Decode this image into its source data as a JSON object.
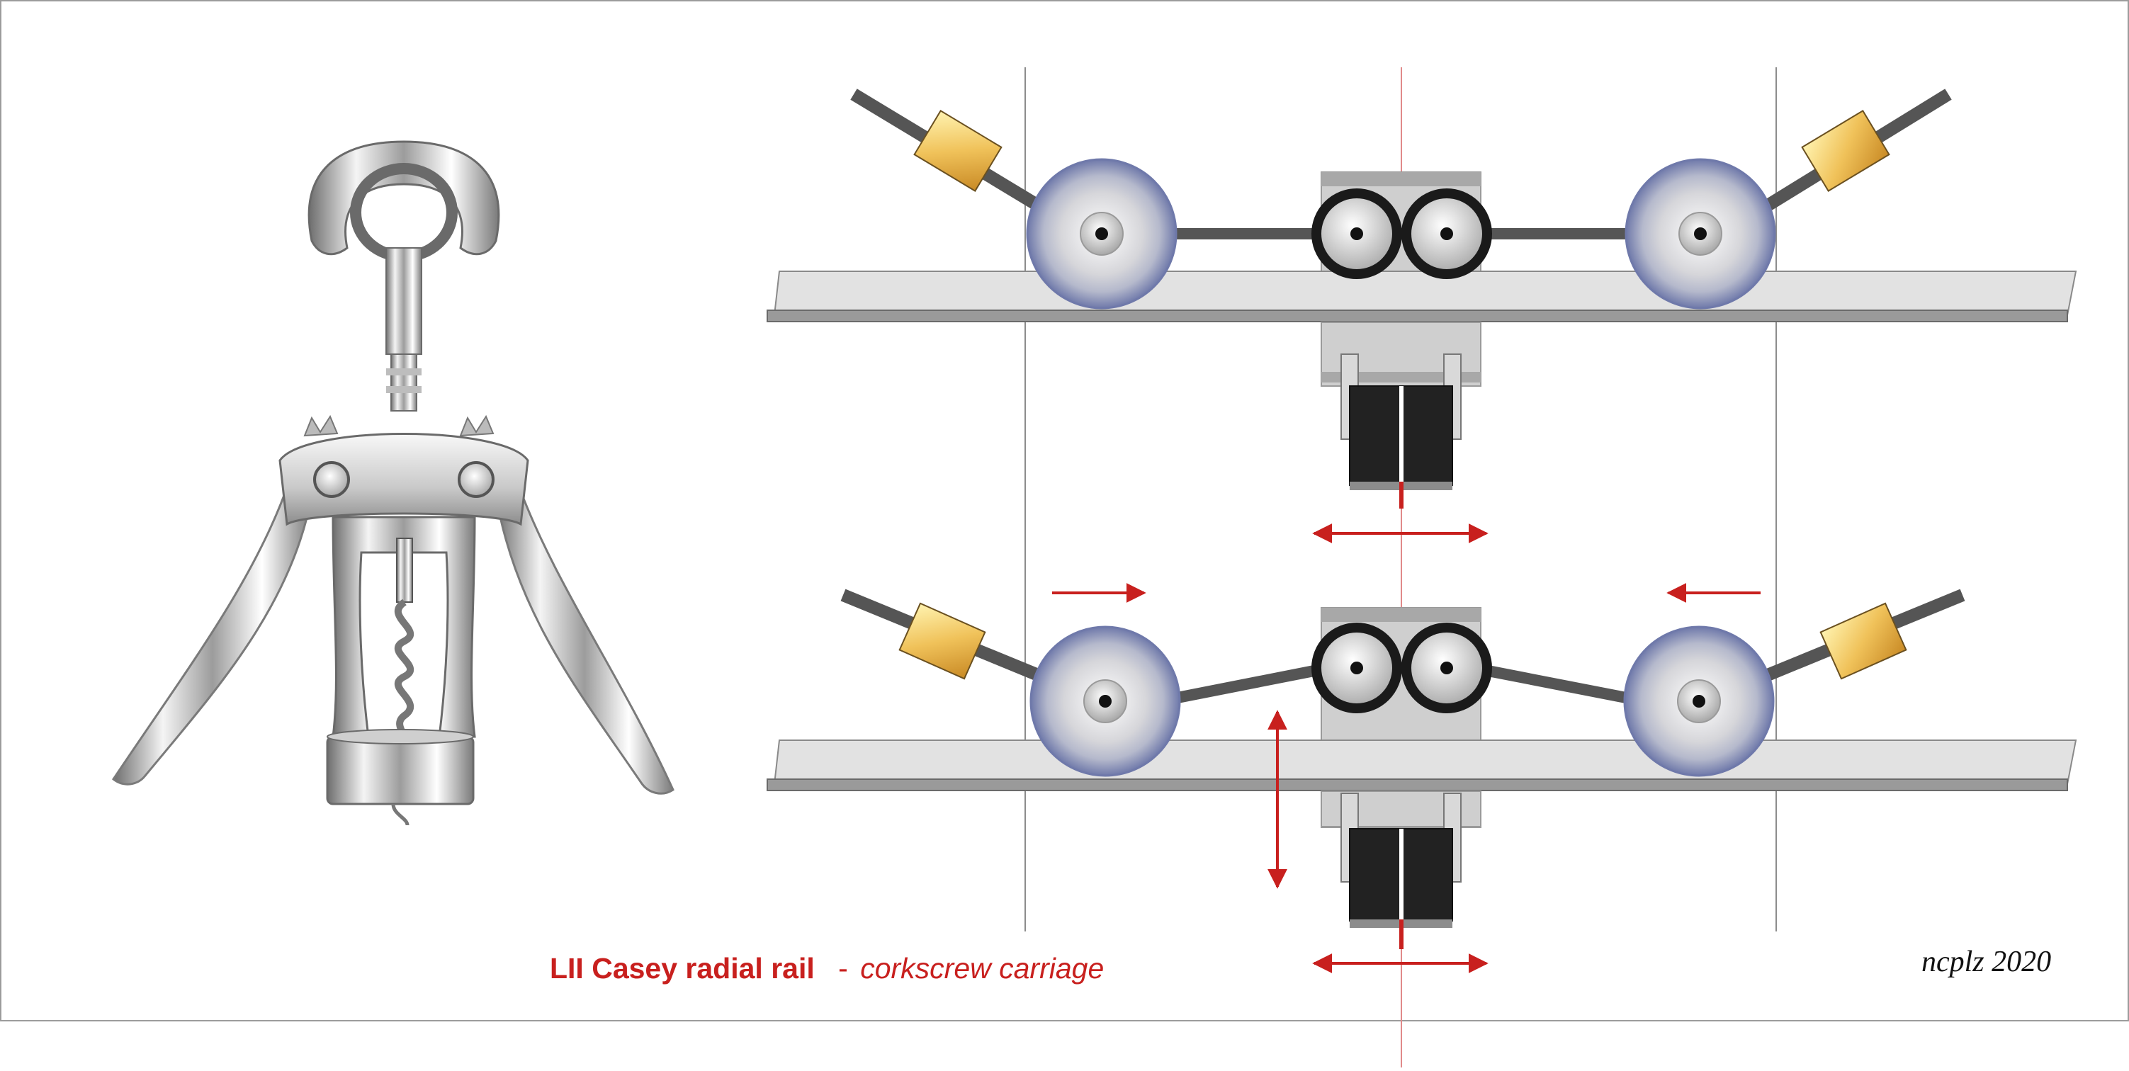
{
  "title": {
    "main": "LII Casey radial rail",
    "separator": "-",
    "subtitle": "corkscrew  carriage"
  },
  "credit": "ncplz 2020",
  "colors": {
    "accent_red": "#c8201e",
    "rail_light": "#e2e2e2",
    "rail_dark": "#9a9a9a",
    "pulley_rim": "#8a93c0",
    "cord": "#555555",
    "weight_gold": "#e6b24a",
    "clamp_black": "#222222"
  },
  "icons": {
    "corkscrew": "wing-corkscrew-illustration",
    "arrows": "double-headed-arrow"
  }
}
